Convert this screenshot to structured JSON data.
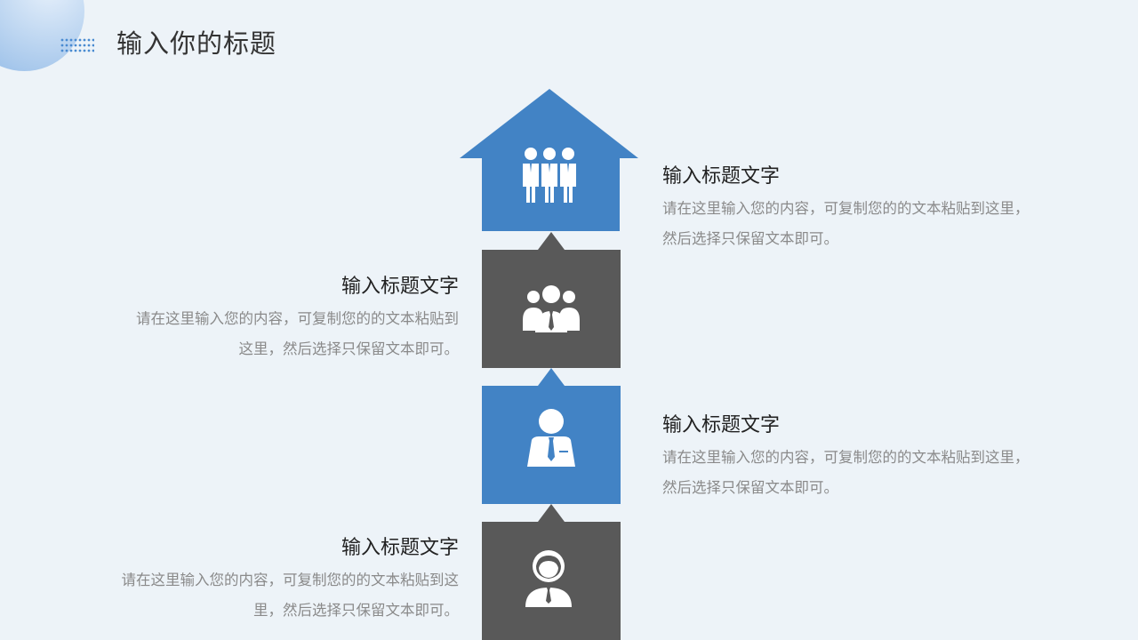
{
  "page": {
    "title": "输入你的标题"
  },
  "colors": {
    "blue": "#4283c5",
    "gray": "#595959",
    "background": "#edf3f8"
  },
  "steps": [
    {
      "title": "输入标题文字",
      "desc_lines": [
        "请在这里输入您的内容，可复制您的的文本粘贴到这里，",
        "然后选择只保留文本即可。"
      ],
      "icon": "group-team-icon",
      "color": "blue"
    },
    {
      "title": "输入标题文字",
      "desc_lines": [
        "请在这里输入您的内容，可复制您的的文本粘贴到",
        "这里，然后选择只保留文本即可。"
      ],
      "icon": "team-leader-icon",
      "color": "gray"
    },
    {
      "title": "输入标题文字",
      "desc_lines": [
        "请在这里输入您的内容，可复制您的的文本粘贴到这里，",
        "然后选择只保留文本即可。"
      ],
      "icon": "businessman-icon",
      "color": "blue"
    },
    {
      "title": "输入标题文字",
      "desc_lines": [
        "请在这里输入您的内容，可复制您的的文本粘贴到这",
        "里，然后选择只保留文本即可。"
      ],
      "icon": "user-avatar-icon",
      "color": "gray"
    }
  ]
}
